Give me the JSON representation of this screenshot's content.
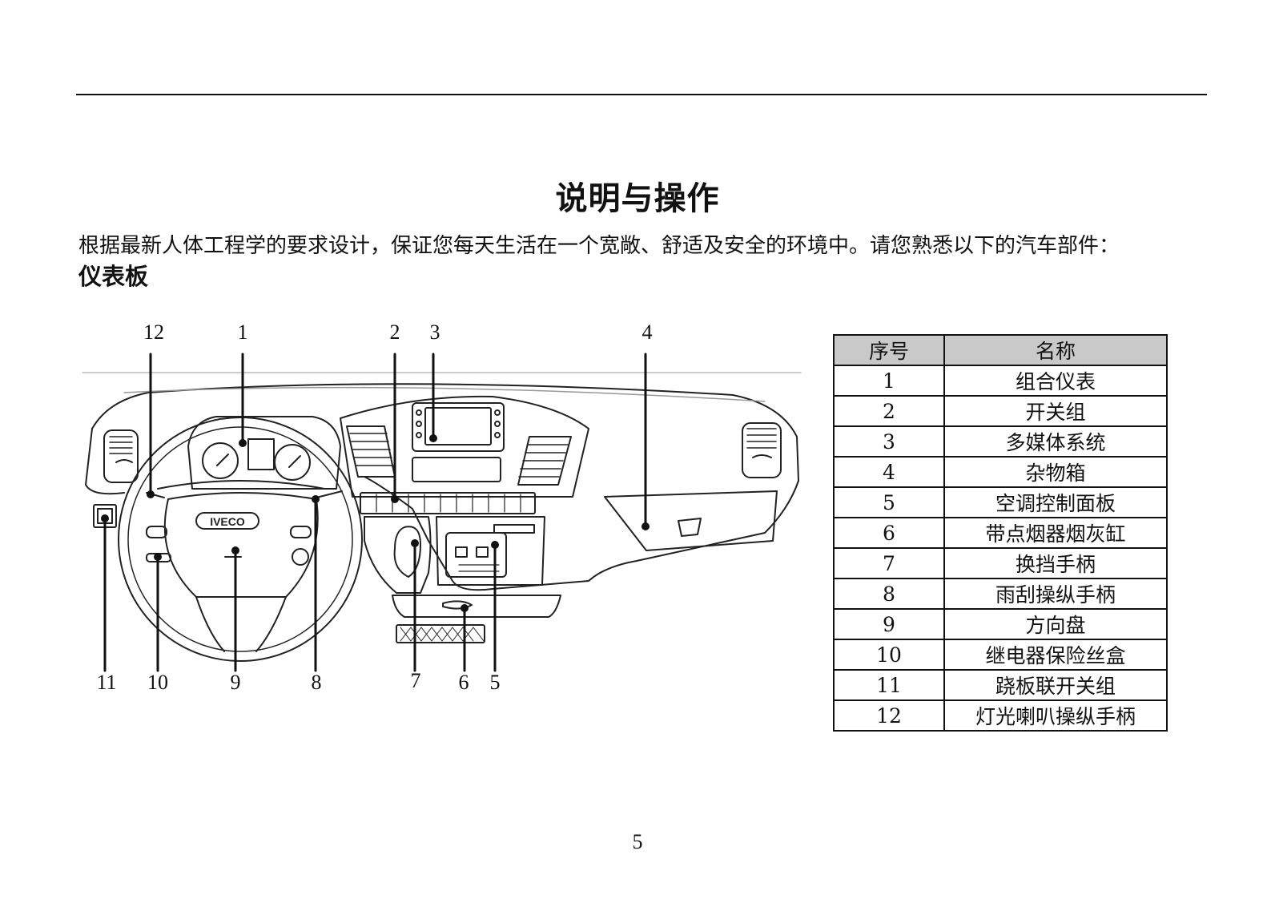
{
  "page": {
    "title": "说明与操作",
    "intro": "根据最新人体工程学的要求设计，保证您每天生活在一个宽敞、舒适及安全的环境中。请您熟悉以下的汽车部件：",
    "section_title": "仪表板",
    "page_number": "5"
  },
  "figure": {
    "steering_logo": "IVECO",
    "top_callouts": [
      "12",
      "1",
      "2",
      "3",
      "4"
    ],
    "bottom_callouts": [
      "11",
      "10",
      "9",
      "8",
      "7",
      "6",
      "5"
    ]
  },
  "legend_table": {
    "headers": [
      "序号",
      "名称"
    ],
    "rows": [
      {
        "no": "1",
        "name": "组合仪表"
      },
      {
        "no": "2",
        "name": "开关组"
      },
      {
        "no": "3",
        "name": "多媒体系统"
      },
      {
        "no": "4",
        "name": "杂物箱"
      },
      {
        "no": "5",
        "name": "空调控制面板"
      },
      {
        "no": "6",
        "name": "带点烟器烟灰缸"
      },
      {
        "no": "7",
        "name": "换挡手柄"
      },
      {
        "no": "8",
        "name": "雨刮操纵手柄"
      },
      {
        "no": "9",
        "name": "方向盘"
      },
      {
        "no": "10",
        "name": "继电器保险丝盒"
      },
      {
        "no": "11",
        "name": "跷板联开关组"
      },
      {
        "no": "12",
        "name": "灯光喇叭操纵手柄"
      }
    ]
  }
}
